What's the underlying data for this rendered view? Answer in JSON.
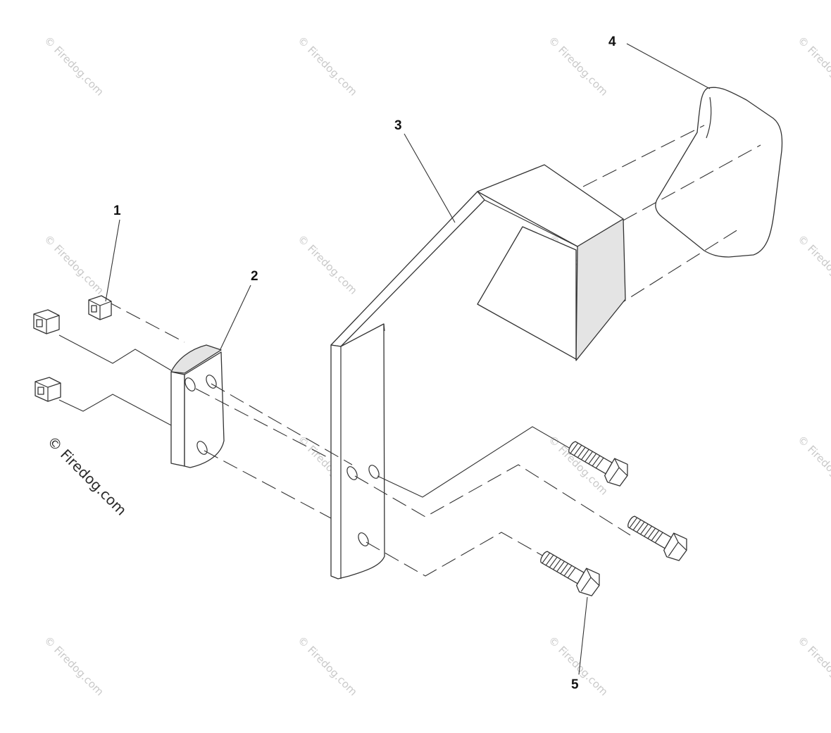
{
  "callouts": [
    "1",
    "2",
    "3",
    "4",
    "5"
  ],
  "watermark": {
    "main_text": "© Firedog.com",
    "tile_text": "© Firedog.com"
  },
  "parts": [
    {
      "callout": "1",
      "icon": "hex-nut-icon",
      "count_shown": 3
    },
    {
      "callout": "2",
      "icon": "backing-plate-icon",
      "count_shown": 1
    },
    {
      "callout": "3",
      "icon": "mounting-bracket-icon",
      "count_shown": 1
    },
    {
      "callout": "4",
      "icon": "bumper-pad-icon",
      "count_shown": 1
    },
    {
      "callout": "5",
      "icon": "hex-bolt-icon",
      "count_shown": 3
    }
  ],
  "colors": {
    "line": "#333333",
    "watermark": "#c9c9c9",
    "background": "#ffffff"
  }
}
